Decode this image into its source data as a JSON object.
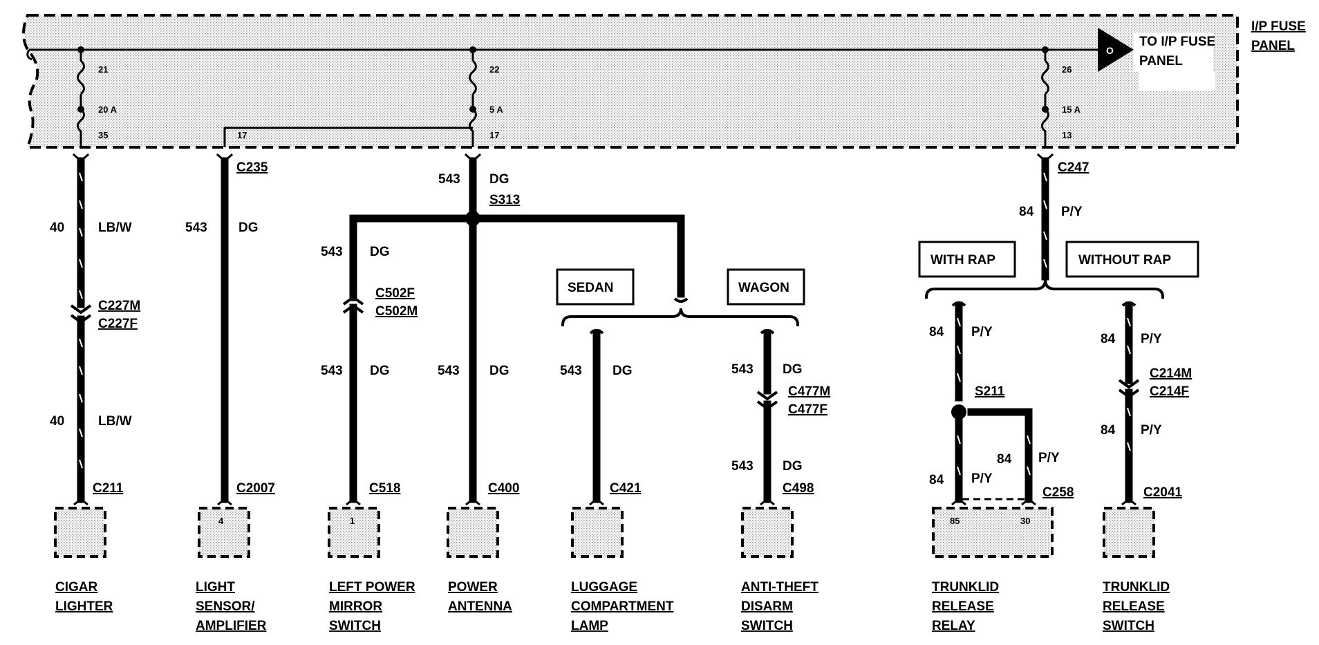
{
  "fuse_panel": {
    "label_line1": "I/P FUSE",
    "label_line2": "PANEL",
    "to_text_line1": "TO I/P FUSE",
    "to_text_line2": "PANEL",
    "connector_symbol": "O"
  },
  "fuses": [
    {
      "top_pin": "21",
      "rating": "20 A",
      "bottom_pin": "35"
    },
    {
      "top_pin": "22",
      "rating": "5 A",
      "bottom_pin": "17"
    },
    {
      "top_pin": "26",
      "rating": "15 A",
      "bottom_pin": "13"
    }
  ],
  "jumper_pin": "17",
  "connectors": {
    "c235": "C235",
    "c247": "C247",
    "c227m": "C227M",
    "c227f": "C227F",
    "c502f": "C502F",
    "c502m": "C502M",
    "c477m": "C477M",
    "c477f": "C477F",
    "c214m": "C214M",
    "c214f": "C214F",
    "c211": "C211",
    "c2007": "C2007",
    "c518": "C518",
    "c400": "C400",
    "c421": "C421",
    "c498": "C498",
    "c258": "C258",
    "c2041": "C2041"
  },
  "splices": {
    "s313": "S313",
    "s211": "S211"
  },
  "wires": {
    "w40": "40",
    "lbw": "LB/W",
    "w543": "543",
    "dg": "DG",
    "w84": "84",
    "py": "P/Y"
  },
  "options": {
    "sedan": "SEDAN",
    "wagon": "WAGON",
    "with_rap": "WITH RAP",
    "without_rap": "WITHOUT RAP"
  },
  "pins": {
    "light_sensor": "4",
    "mirror_switch": "1",
    "relay_left": "85",
    "relay_right": "30"
  },
  "components": {
    "cigar_lighter": [
      "CIGAR",
      "LIGHTER"
    ],
    "light_sensor": [
      "LIGHT",
      "SENSOR/",
      "AMPLIFIER"
    ],
    "mirror_switch": [
      "LEFT POWER",
      "MIRROR",
      "SWITCH"
    ],
    "power_antenna": [
      "POWER",
      "ANTENNA"
    ],
    "luggage_lamp": [
      "LUGGAGE",
      "COMPARTMENT",
      "LAMP"
    ],
    "anti_theft": [
      "ANTI-THEFT",
      "DISARM",
      "SWITCH"
    ],
    "trunklid_relay": [
      "TRUNKLID",
      "RELEASE",
      "RELAY"
    ],
    "trunklid_switch": [
      "TRUNKLID",
      "RELEASE",
      "SWITCH"
    ]
  }
}
